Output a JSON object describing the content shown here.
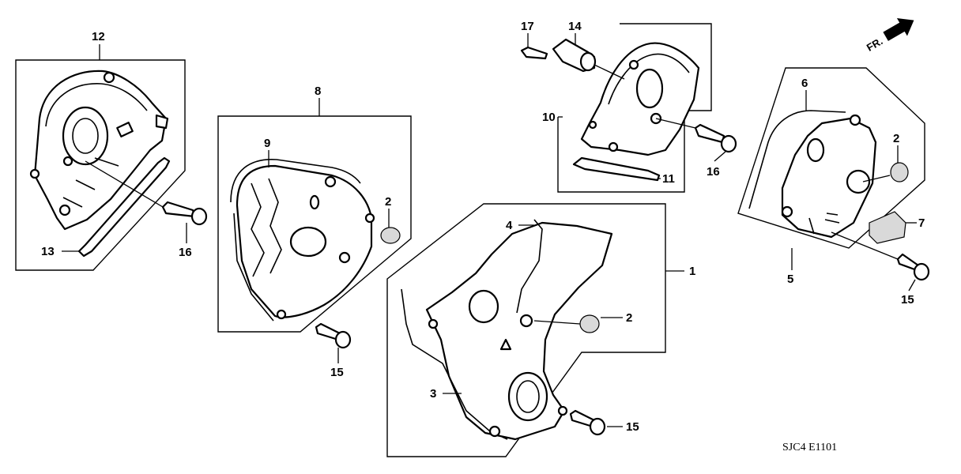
{
  "callouts": {
    "c1": "1",
    "c2a": "2",
    "c2b": "2",
    "c2c": "2",
    "c3": "3",
    "c4": "4",
    "c5": "5",
    "c6": "6",
    "c7": "7",
    "c8": "8",
    "c9": "9",
    "c10": "10",
    "c11": "11",
    "c12": "12",
    "c13": "13",
    "c14": "14",
    "c15a": "15",
    "c15b": "15",
    "c15c": "15",
    "c16a": "16",
    "c16b": "16",
    "c17": "17"
  },
  "direction": {
    "label": "FR."
  },
  "diagram_code": "SJC4  E1101"
}
